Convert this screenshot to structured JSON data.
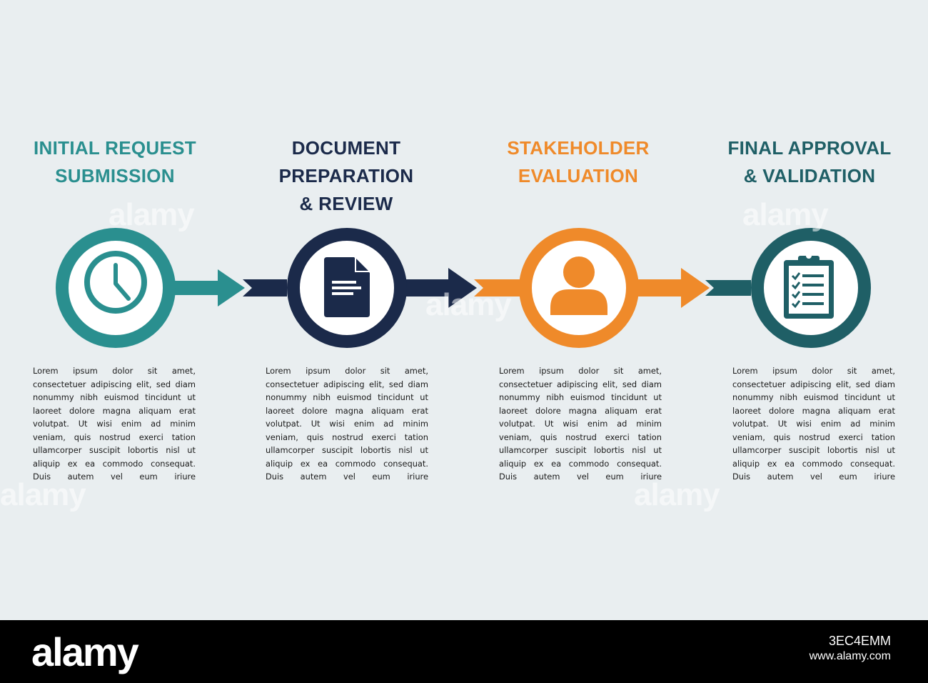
{
  "colors": {
    "background": "#e9eef0",
    "teal": "#2a8f8f",
    "navy": "#1b2a4a",
    "orange": "#ef8a2a",
    "dark_teal": "#1f5f66",
    "text": "#1a1a1a",
    "footer": "#000000"
  },
  "steps": [
    {
      "title_lines": [
        "INITIAL REQUEST",
        "SUBMISSION"
      ],
      "color": "#2a8f8f",
      "icon": "clock-icon",
      "description": "Lorem ipsum dolor sit amet, consectetuer adipiscing elit, sed diam nonummy nibh euismod tincidunt ut laoreet dolore magna aliquam erat volutpat. Ut wisi enim ad minim veniam, quis nostrud exerci tation ullamcorper suscipit lobortis nisl ut aliquip ex ea commodo consequat. Duis autem vel eum iriure"
    },
    {
      "title_lines": [
        "DOCUMENT",
        "PREPARATION",
        "& REVIEW"
      ],
      "color": "#1b2a4a",
      "icon": "document-icon",
      "description": "Lorem ipsum dolor sit amet, consectetuer adipiscing elit, sed diam nonummy nibh euismod tincidunt ut laoreet dolore magna aliquam erat volutpat. Ut wisi enim ad minim veniam, quis nostrud exerci tation ullamcorper suscipit lobortis nisl ut aliquip ex ea commodo consequat. Duis autem vel eum iriure"
    },
    {
      "title_lines": [
        "STAKEHOLDER",
        "EVALUATION"
      ],
      "color": "#ef8a2a",
      "icon": "user-icon",
      "description": "Lorem ipsum dolor sit amet, consectetuer adipiscing elit, sed diam nonummy nibh euismod tincidunt ut laoreet dolore magna aliquam erat volutpat. Ut wisi enim ad minim veniam, quis nostrud exerci tation ullamcorper suscipit lobortis nisl ut aliquip ex ea commodo consequat. Duis autem vel eum iriure"
    },
    {
      "title_lines": [
        "FINAL APPROVAL",
        "& VALIDATION"
      ],
      "color": "#1f5f66",
      "icon": "clipboard-checklist-icon",
      "description": "Lorem ipsum dolor sit amet, consectetuer adipiscing elit, sed diam nonummy nibh euismod tincidunt ut laoreet dolore magna aliquam erat volutpat. Ut wisi enim ad minim veniam, quis nostrud exerci tation ullamcorper suscipit lobortis nisl ut aliquip ex ea commodo consequat. Duis autem vel eum iriure"
    }
  ],
  "watermark": {
    "text": "alamy"
  },
  "footer": {
    "logo": "alamy",
    "image_id": "3EC4EMM",
    "url": "www.alamy.com"
  }
}
